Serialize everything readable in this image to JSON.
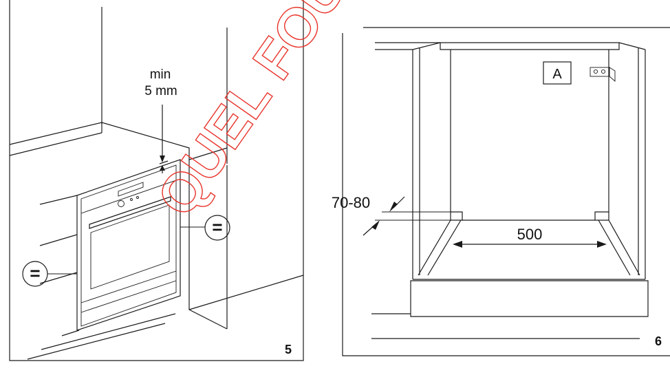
{
  "figure5": {
    "number": "5",
    "label_min": "min",
    "label_gap": "5 mm",
    "equal_left": "=",
    "equal_right": "="
  },
  "figure6": {
    "number": "6",
    "label_depth": "70-80",
    "label_width": "500",
    "label_bracket": "A"
  },
  "watermark": {
    "text": "QUEL FOUR"
  },
  "colors": {
    "line": "#1a1a1a",
    "watermark": "#e8332a",
    "background": "#ffffff"
  }
}
